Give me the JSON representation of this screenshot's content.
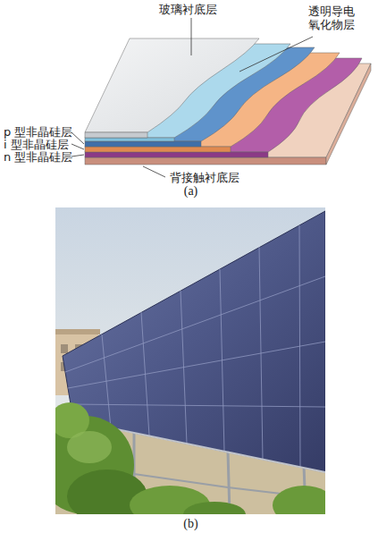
{
  "diagram": {
    "labels": [
      "玻璃衬底层",
      "透明导电 氧化物层",
      "p 型非晶硅层",
      "i 型非晶硅层",
      "n 型非晶硅层",
      "背接触衬底层",
      "(a)",
      "(b)"
    ]
  }
}
